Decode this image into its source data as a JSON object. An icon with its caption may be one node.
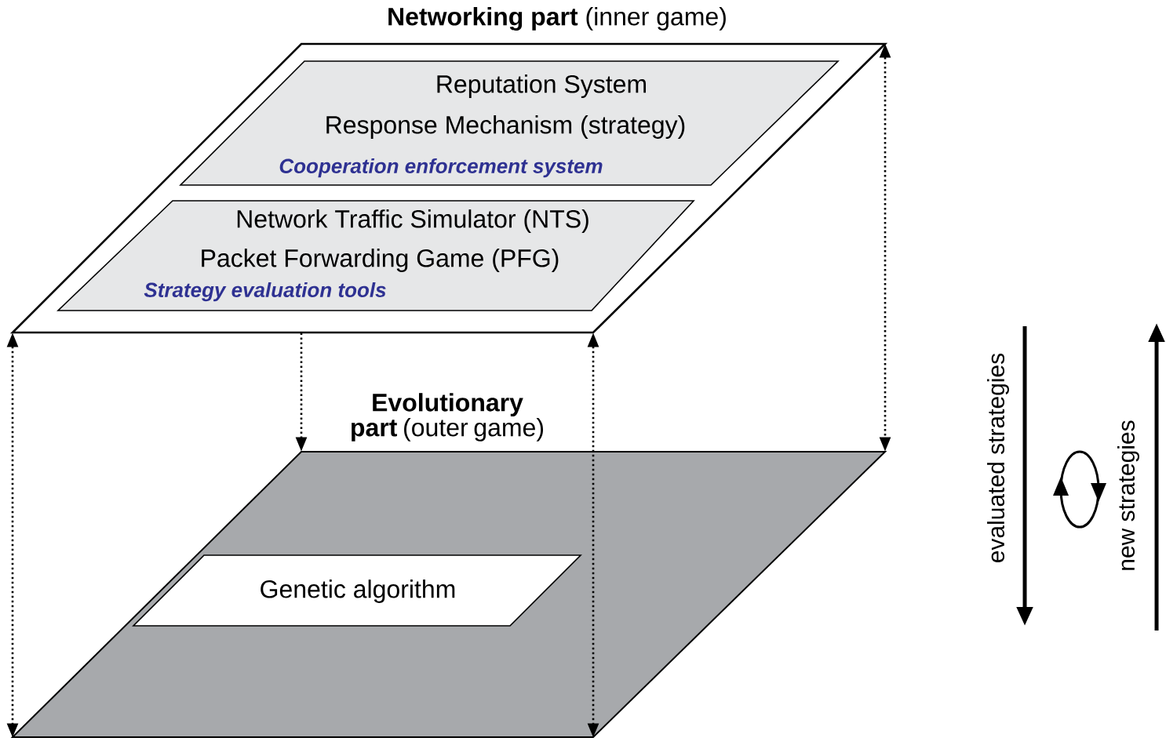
{
  "diagram": {
    "nodes": [
      {
        "text": [
          "**Networking part** (inner game)"
        ]
      },
      {
        "text": [
          "Reputation System",
          "Response Mechanism (strategy)",
          "Cooperation enforcement system"
        ],
        "in": 0
      },
      {
        "text": [
          "Network Traffic Simulator (NTS)",
          "Packet Forwarding Game (PFG)",
          "Strategy evaluation tools"
        ],
        "in": 0
      },
      {
        "text": [
          "**Evolutionary part** (outer game)"
        ]
      },
      {
        "text": [
          "Genetic algorithm"
        ],
        "in": 3
      }
    ],
    "edges": [
      {
        "from": 0,
        "to": 3,
        "arrow": "both"
      },
      {
        "from": 0,
        "to": 3,
        "arrow": "to"
      },
      {
        "from": 0,
        "to": 3,
        "arrow": "both"
      },
      {
        "from": 0,
        "to": 3,
        "arrow": "both"
      }
    ],
    "labels": [
      "evaluated strategies",
      "new strategies"
    ]
  }
}
